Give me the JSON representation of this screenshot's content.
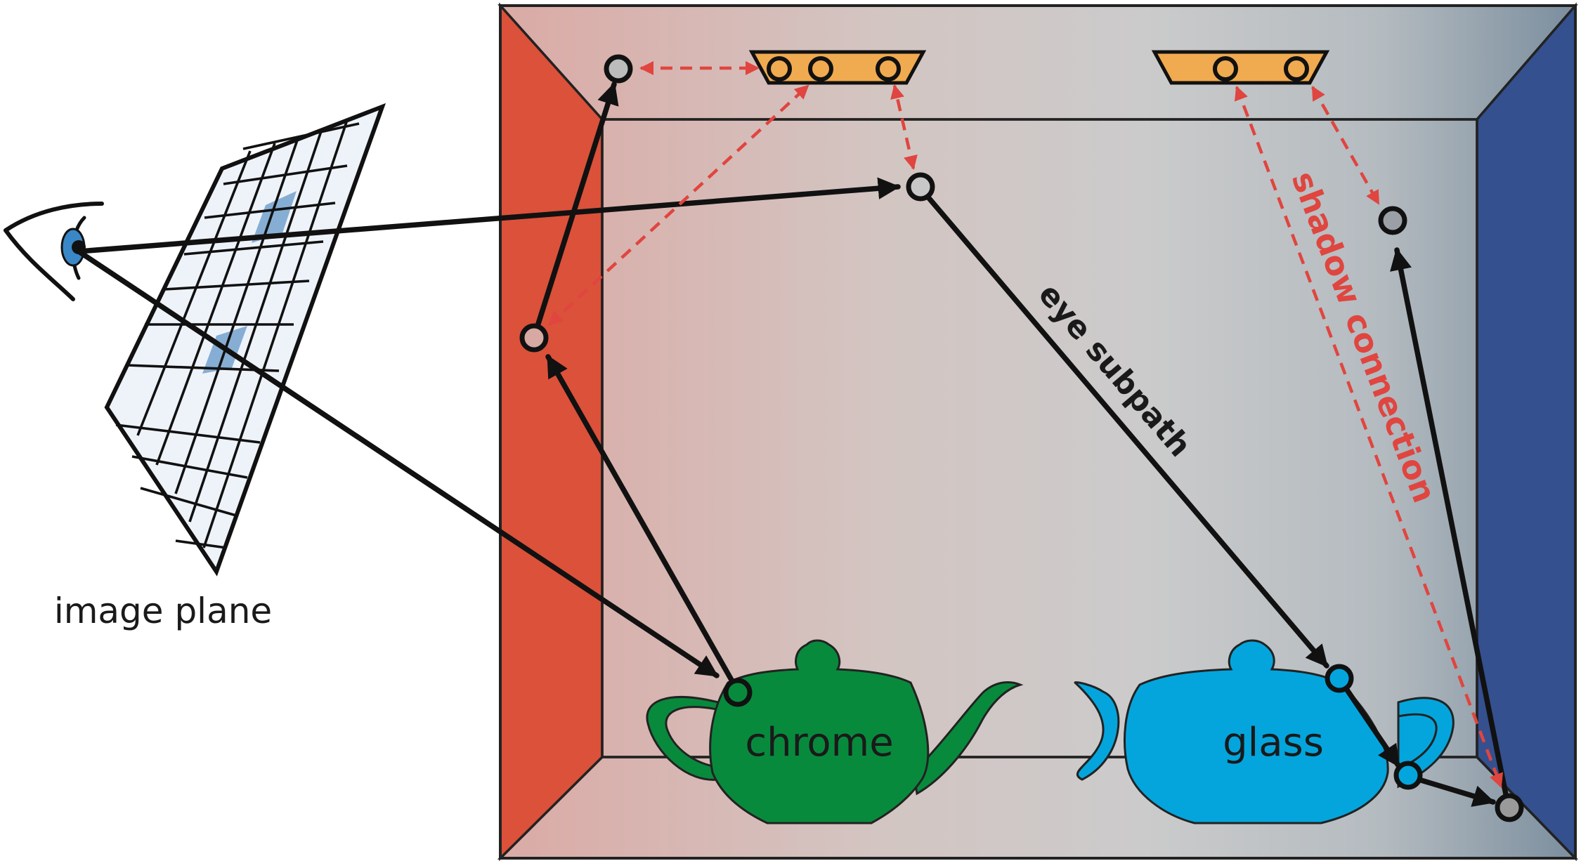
{
  "labels": {
    "image_plane": "image plane",
    "chrome": "chrome",
    "glass": "glass",
    "eye_subpath": "eye subpath",
    "shadow_connection": "shadow connection"
  },
  "colors": {
    "left_wall": "#db513a",
    "right_wall": "#34508f",
    "back_wall_mid": "#cbcbcb",
    "light": "#f0aa50",
    "chrome_teapot": "#088a3c",
    "glass_teapot": "#04a5dd",
    "eye_path": "#111111",
    "shadow_ray": "#e0453f",
    "pixel_highlight": "#86aed4",
    "vertex_fill": "#bcbcbc"
  },
  "icons": {
    "eye": "eye-icon",
    "light_source": "area-light-icon",
    "teapot": "teapot-icon"
  }
}
